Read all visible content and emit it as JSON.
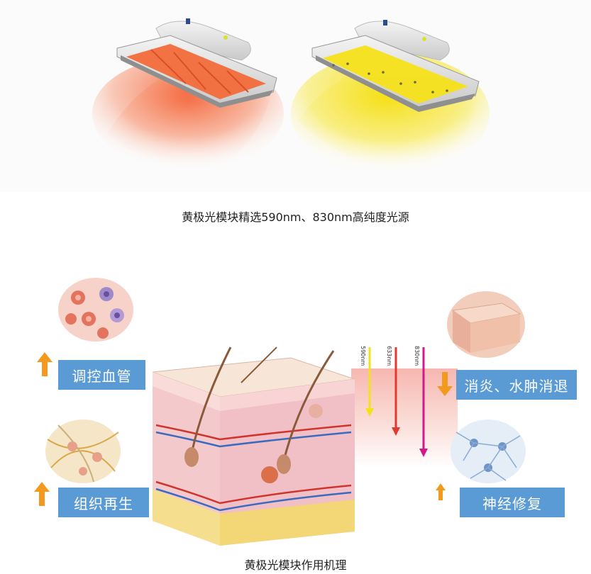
{
  "top_caption": "黄极光模块精选590nm、830nm高纯度光源",
  "bottom_caption": "黄极光模块作用机理",
  "wavelengths": [
    {
      "label": "590nm",
      "color": "#f2e21a"
    },
    {
      "label": "633nm",
      "color": "#e23a2c"
    },
    {
      "label": "830nm",
      "color": "#d4178a"
    }
  ],
  "effects": {
    "left_top": "调控血管",
    "left_bottom": "组织再生",
    "right_top": "消炎、水肿消退",
    "right_bottom": "神经修复"
  },
  "colors": {
    "label_bg": "#5b9bd5",
    "arrow_orange": "#f39a1e",
    "red_light": "#f26b3a",
    "yellow_light": "#f7e32a"
  }
}
